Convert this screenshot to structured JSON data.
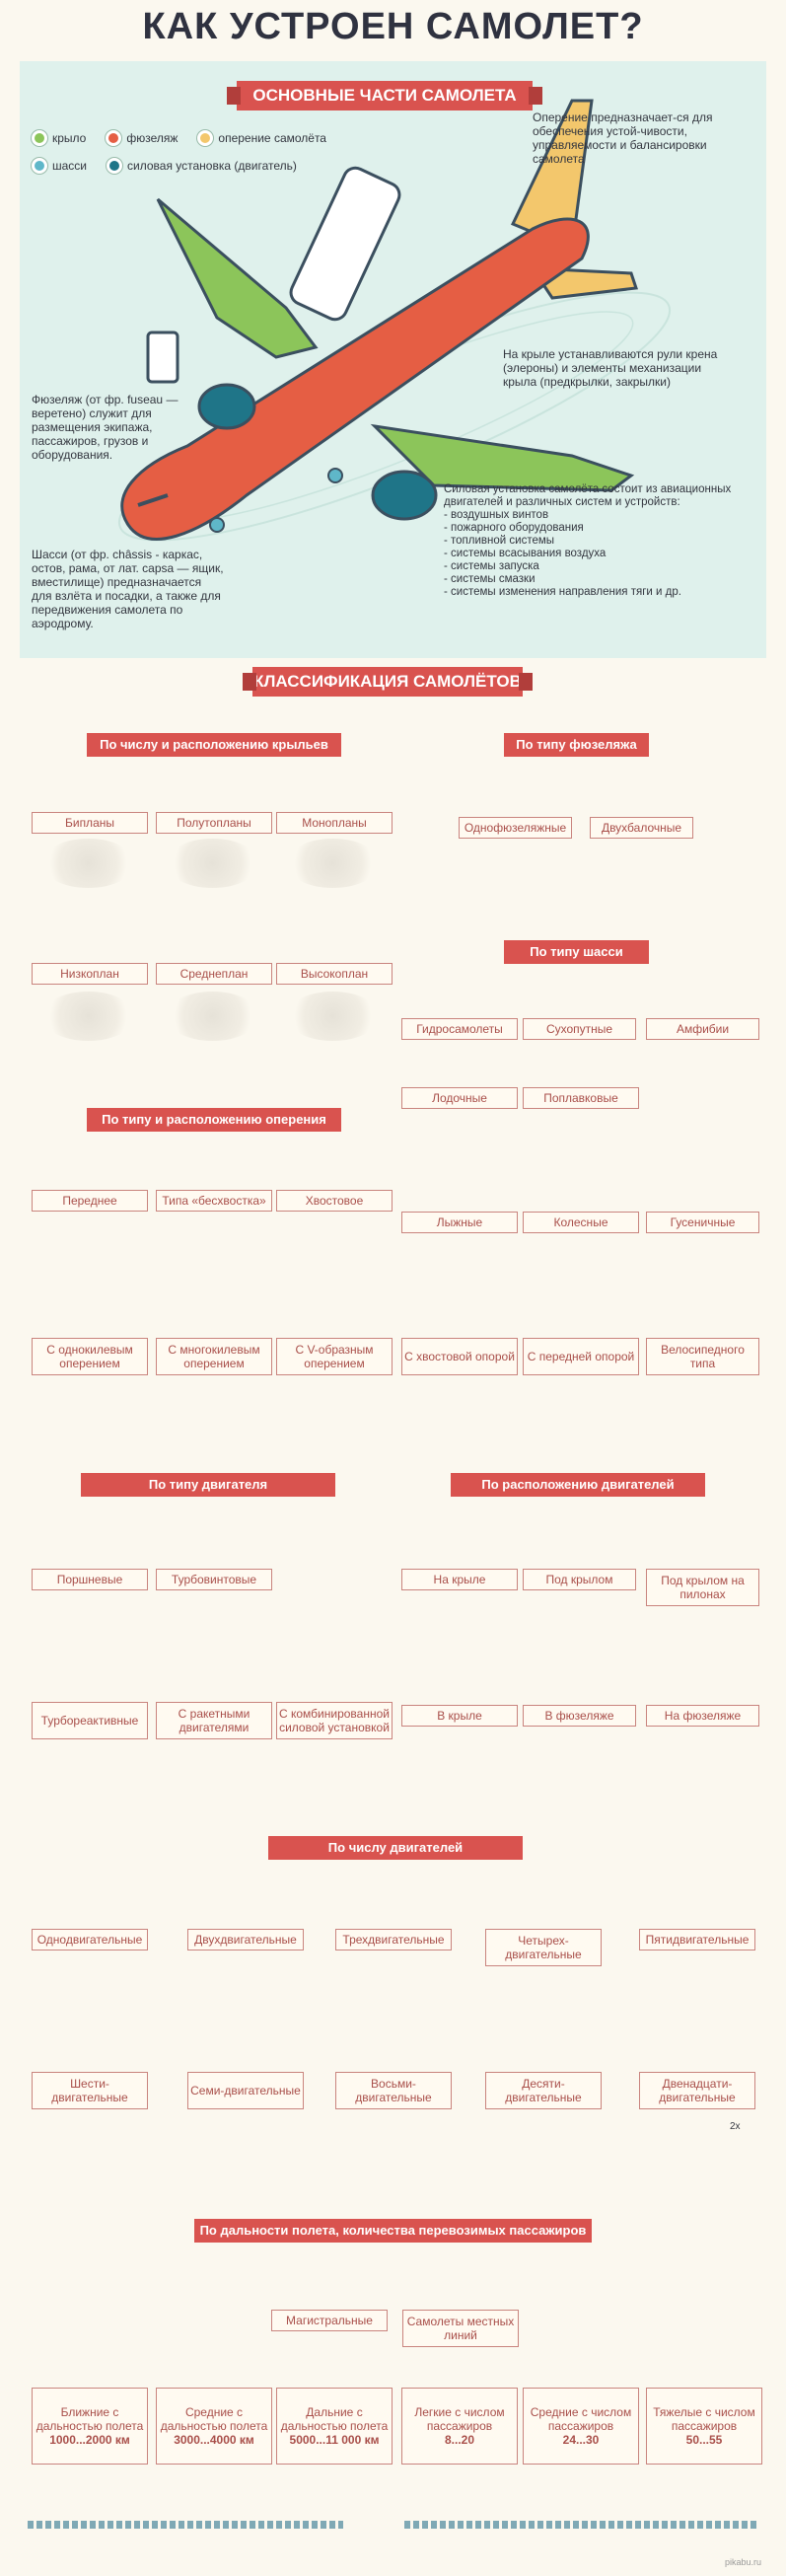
{
  "title": "КАК УСТРОЕН САМОЛЕТ?",
  "section1": {
    "banner": "ОСНОВНЫЕ ЧАСТИ САМОЛЕТА",
    "legend": [
      {
        "label": "крыло",
        "color": "#8cc55a"
      },
      {
        "label": "фюзеляж",
        "color": "#e55e44"
      },
      {
        "label": "оперение самолёта",
        "color": "#f3c76c"
      },
      {
        "label": "шасси",
        "color": "#5fb7c9"
      },
      {
        "label": "силовая установка (двигатель)",
        "color": "#1f7588"
      }
    ],
    "note_tail": "Оперение предназначает-ся для обеспечения устой-чивости, управляемости и балансировки самолета",
    "note_wing": "На крыле устанавливаются рули крена (элероны) и элементы механизации крыла (предкрылки, закрылки)",
    "note_fuselage": "Фюзеляж (от фр. fuseau — веретено) служит для размещения экипажа, пассажиров, грузов и оборудования.",
    "note_chassis": "Шасси (от фр. châssis - каркас, остов, рама, от лат. capsa — ящик, вместилище) предназначается для взлёта и посадки, а также для передвижения самолета по аэродрому.",
    "note_engine": "Силовая установка самолёта состоит из авиационных двигателей  и различных систем и устройств:\n- воздушных винтов\n- пожарного оборудования\n- топливной системы\n- системы всасывания воздуха\n- системы запуска\n- системы смазки\n- системы изменения направления тяги и др."
  },
  "section2": {
    "banner": "КЛАССИФИКАЦИЯ САМОЛЁТОВ",
    "wings": {
      "header": "По числу и расположению крыльев",
      "row1": [
        "Бипланы",
        "Полутопланы",
        "Монопланы"
      ],
      "row2": [
        "Низкоплан",
        "Среднеплан",
        "Высокоплан"
      ]
    },
    "fuselage": {
      "header": "По типу фюзеляжа",
      "items": [
        "Однофюзеляжные",
        "Двухбалочные"
      ]
    },
    "chassis": {
      "header": "По типу шасси",
      "row1": [
        "Гидросамолеты",
        "Сухопутные",
        "Амфибии"
      ],
      "row2": [
        "Лодочные",
        "Поплавковые"
      ],
      "row3": [
        "Лыжные",
        "Колесные",
        "Гусеничные"
      ],
      "row4": [
        "С хвостовой опорой",
        "С передней опорой",
        "Велосипедного типа"
      ]
    },
    "tail": {
      "header": "По типу и расположению оперения",
      "row1": [
        "Переднее",
        "Типа «бесхвостка»",
        "Хвостовое"
      ],
      "row2": [
        "С однокилевым оперением",
        "С многокилевым оперением",
        "С V-образным оперением"
      ]
    },
    "engine_type": {
      "header": "По типу двигателя",
      "row1": [
        "Поршневые",
        "Турбовинтовые"
      ],
      "row2": [
        "Турбореактивные",
        "С ракетными двигателями",
        "С комбинированной силовой установкой"
      ]
    },
    "engine_pos": {
      "header": "По расположению двигателей",
      "row1": [
        "На крыле",
        "Под крылом",
        "Под крылом на пилонах"
      ],
      "row2": [
        "В крыле",
        "В фюзеляже",
        "На фюзеляже"
      ]
    },
    "engine_count": {
      "header": "По числу двигателей",
      "row1": [
        "Одно­двигательные",
        "Двухдвигательные",
        "Трехдвигательные",
        "Четырех-двигательные",
        "Пятидвигательные"
      ],
      "row2": [
        "Шести-двигательные",
        "Семи-двигательные",
        "Восьми-двигательные",
        "Десяти-двигательные",
        "Двенадцати-двигательные"
      ],
      "x2": "2x"
    },
    "range": {
      "header": "По дальности полета, количества перевозимых пассажиров",
      "row1": [
        "Магистральные",
        "Самолеты местных линий"
      ],
      "row2": [
        "Ближние с дальностью полета",
        "Средние с дальностью полета",
        "Дальние с дальностью полета",
        "Легкие с числом пассажиров",
        "Средние с числом пассажиров",
        "Тяжелые с числом пассажиров"
      ],
      "values": [
        "1000...2000 км",
        "3000...4000 км",
        "5000...11 000 км",
        "8...20",
        "24...30",
        "50...55"
      ]
    }
  },
  "watermark": "pikabu.ru"
}
